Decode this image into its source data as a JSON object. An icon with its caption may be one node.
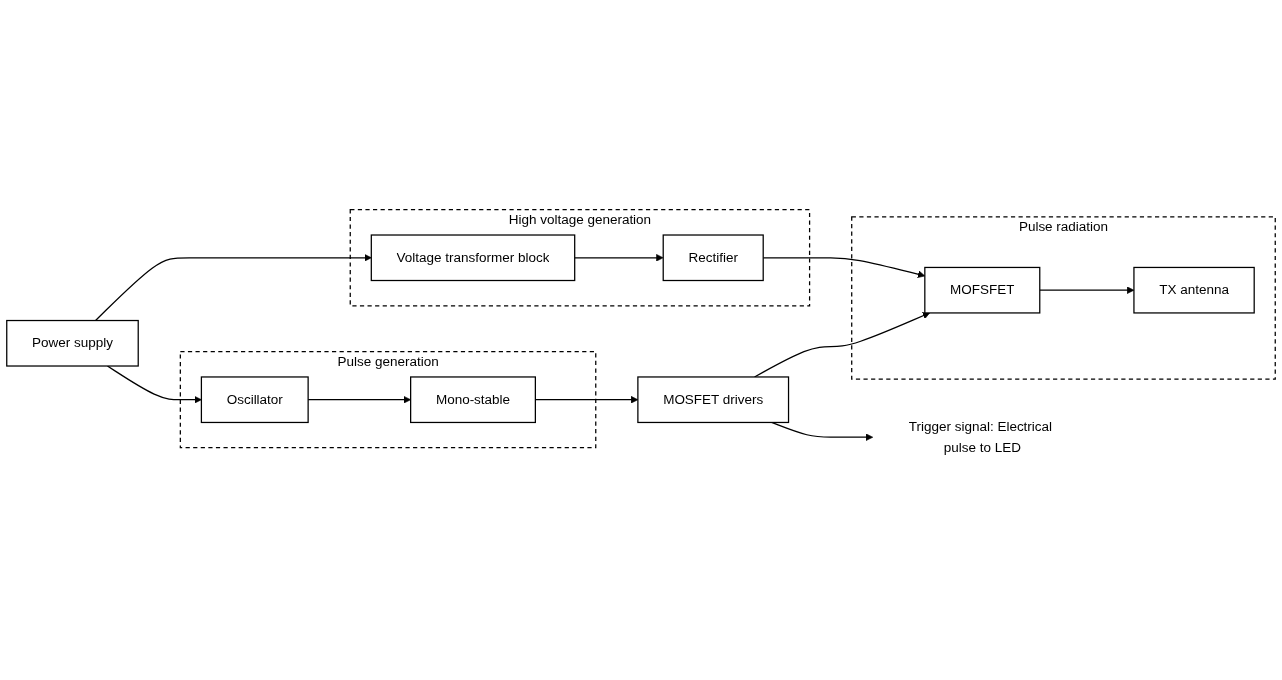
{
  "diagram": {
    "nodes": [
      {
        "text": [
          "Power supply"
        ]
      },
      {
        "text": [
          "High voltage generation"
        ]
      },
      {
        "text": [
          "Voltage transformer block"
        ],
        "in": 1
      },
      {
        "text": [
          "Rectifier"
        ],
        "in": 1
      },
      {
        "text": [
          "Pulse radiation"
        ]
      },
      {
        "text": [
          "MOFSFET"
        ],
        "in": 4
      },
      {
        "text": [
          "TX antenna"
        ],
        "in": 4
      },
      {
        "text": [
          "Pulse generation"
        ]
      },
      {
        "text": [
          "Oscillator"
        ],
        "in": 7
      },
      {
        "text": [
          "Mono-stable"
        ],
        "in": 7
      },
      {
        "text": [
          "MOSFET drivers"
        ]
      },
      {
        "text": [
          "Trigger signal: Electrical pulse to LED"
        ]
      }
    ],
    "edges": [
      {
        "from": 0,
        "to": 2,
        "arrow": "to"
      },
      {
        "from": 2,
        "to": 3,
        "arrow": "to"
      },
      {
        "from": 3,
        "to": 5,
        "arrow": "to"
      },
      {
        "from": 5,
        "to": 6,
        "arrow": "to"
      },
      {
        "from": 10,
        "to": 5,
        "arrow": "to"
      },
      {
        "from": 0,
        "to": 8,
        "arrow": "to"
      },
      {
        "from": 8,
        "to": 9,
        "arrow": "to"
      },
      {
        "from": 9,
        "to": 10,
        "arrow": "to"
      },
      {
        "from": 10,
        "to": 11,
        "arrow": "to"
      }
    ]
  }
}
